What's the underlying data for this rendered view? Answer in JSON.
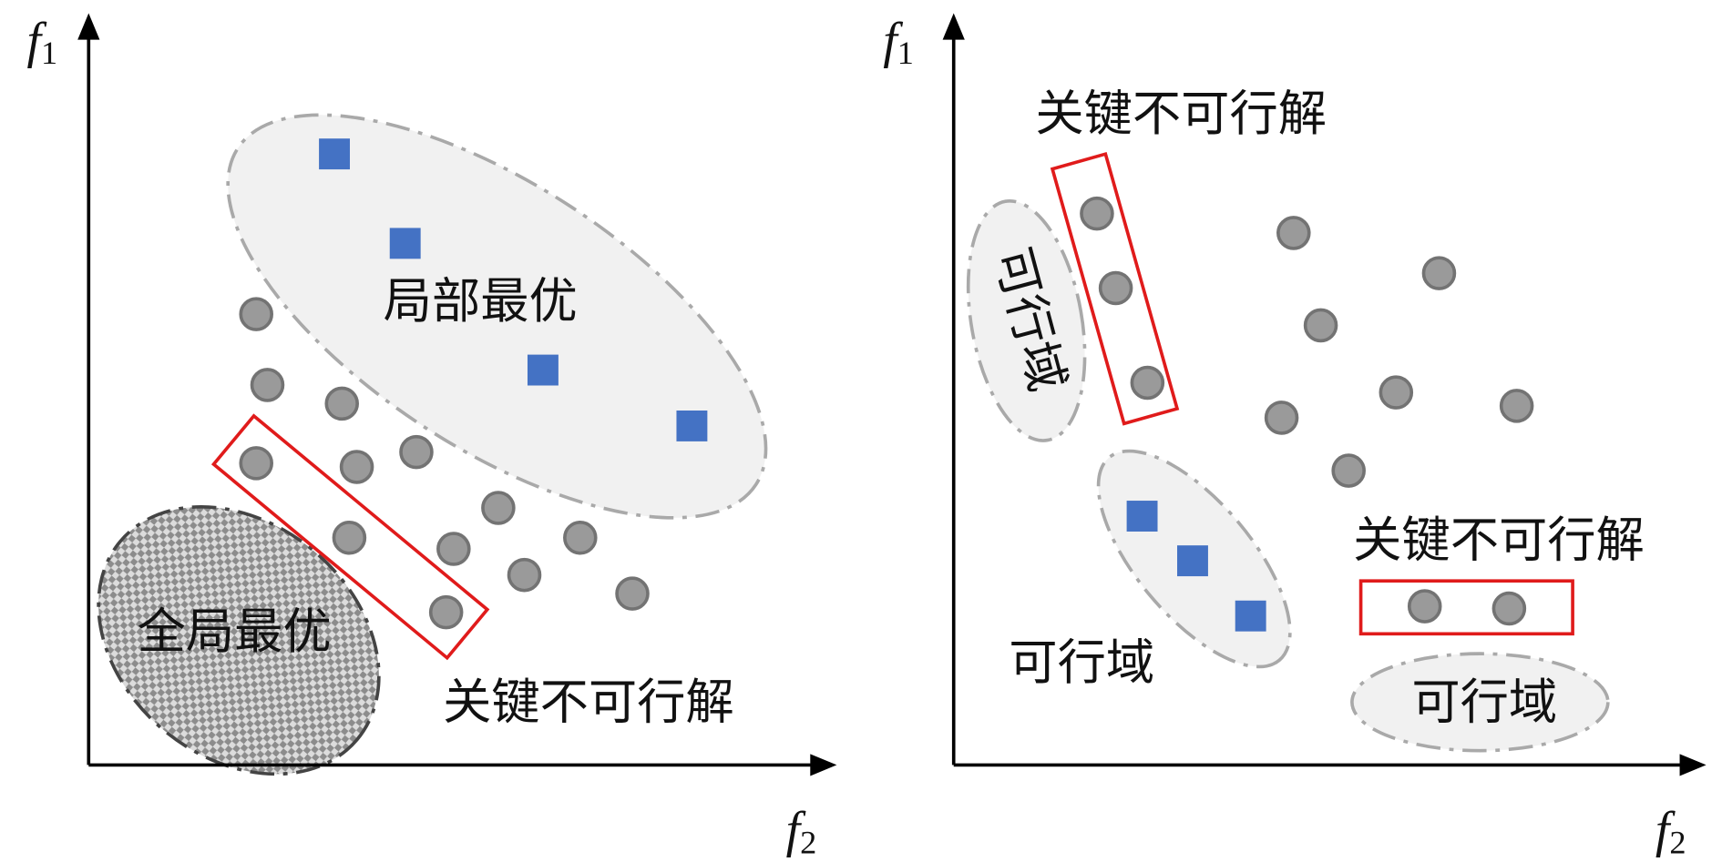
{
  "colors": {
    "point_fill": "#9a9a9a",
    "point_stroke": "#737373",
    "square_fill": "#4472C4",
    "region_fill": "#f1f1f1",
    "region_stroke": "#a9a9a9",
    "highlight_stroke": "#e01b1b"
  },
  "chart_data": [
    {
      "type": "scatter",
      "panel": "left",
      "xlabel": "f",
      "xlabel_sub": "2",
      "ylabel": "f",
      "ylabel_sub": "1",
      "xlim": [
        0,
        100
      ],
      "ylim": [
        0,
        100
      ],
      "grid": false,
      "annotations": {
        "local_optimum": "局部最优",
        "global_optimum": "全局最优",
        "key_infeasible": "关键不可行解"
      },
      "series": [
        {
          "name": "feasible",
          "marker": "square",
          "points": [
            [
              33,
              82
            ],
            [
              42.5,
              70
            ],
            [
              61,
              53
            ],
            [
              81,
              45.5
            ]
          ]
        },
        {
          "name": "infeasible",
          "marker": "circle",
          "points": [
            [
              22.5,
              60.5
            ],
            [
              24,
              51
            ],
            [
              34,
              48.5
            ],
            [
              22.5,
              40.5
            ],
            [
              36,
              40
            ],
            [
              44,
              42
            ],
            [
              55,
              34.5
            ],
            [
              35,
              30.5
            ],
            [
              49,
              29
            ],
            [
              66,
              30.5
            ],
            [
              58.5,
              25.5
            ],
            [
              73,
              23
            ],
            [
              48,
              20.5
            ]
          ]
        }
      ]
    },
    {
      "type": "scatter",
      "panel": "right",
      "xlabel": "f",
      "xlabel_sub": "2",
      "ylabel": "f",
      "ylabel_sub": "1",
      "xlim": [
        0,
        100
      ],
      "ylim": [
        0,
        100
      ],
      "grid": false,
      "annotations": {
        "key_infeasible_top": "关键不可行解",
        "key_infeasible_right": "关键不可行解",
        "feasible_region_vertical": "可行域",
        "feasible_region_middle": "可行域",
        "feasible_region_bottom": "可行域"
      },
      "series": [
        {
          "name": "feasible",
          "marker": "square",
          "points": [
            [
              25.3,
              33.4
            ],
            [
              32,
              27.4
            ],
            [
              39.7,
              20
            ]
          ]
        },
        {
          "name": "infeasible",
          "marker": "circle",
          "points": [
            [
              19.3,
              74
            ],
            [
              21.8,
              64
            ],
            [
              26,
              51.3
            ],
            [
              45.4,
              71.4
            ],
            [
              64.7,
              66
            ],
            [
              49,
              59
            ],
            [
              59,
              50
            ],
            [
              75,
              48.2
            ],
            [
              43.8,
              46.6
            ],
            [
              52.7,
              39.5
            ],
            [
              62.8,
              21.3
            ],
            [
              74,
              21
            ]
          ]
        }
      ]
    }
  ]
}
